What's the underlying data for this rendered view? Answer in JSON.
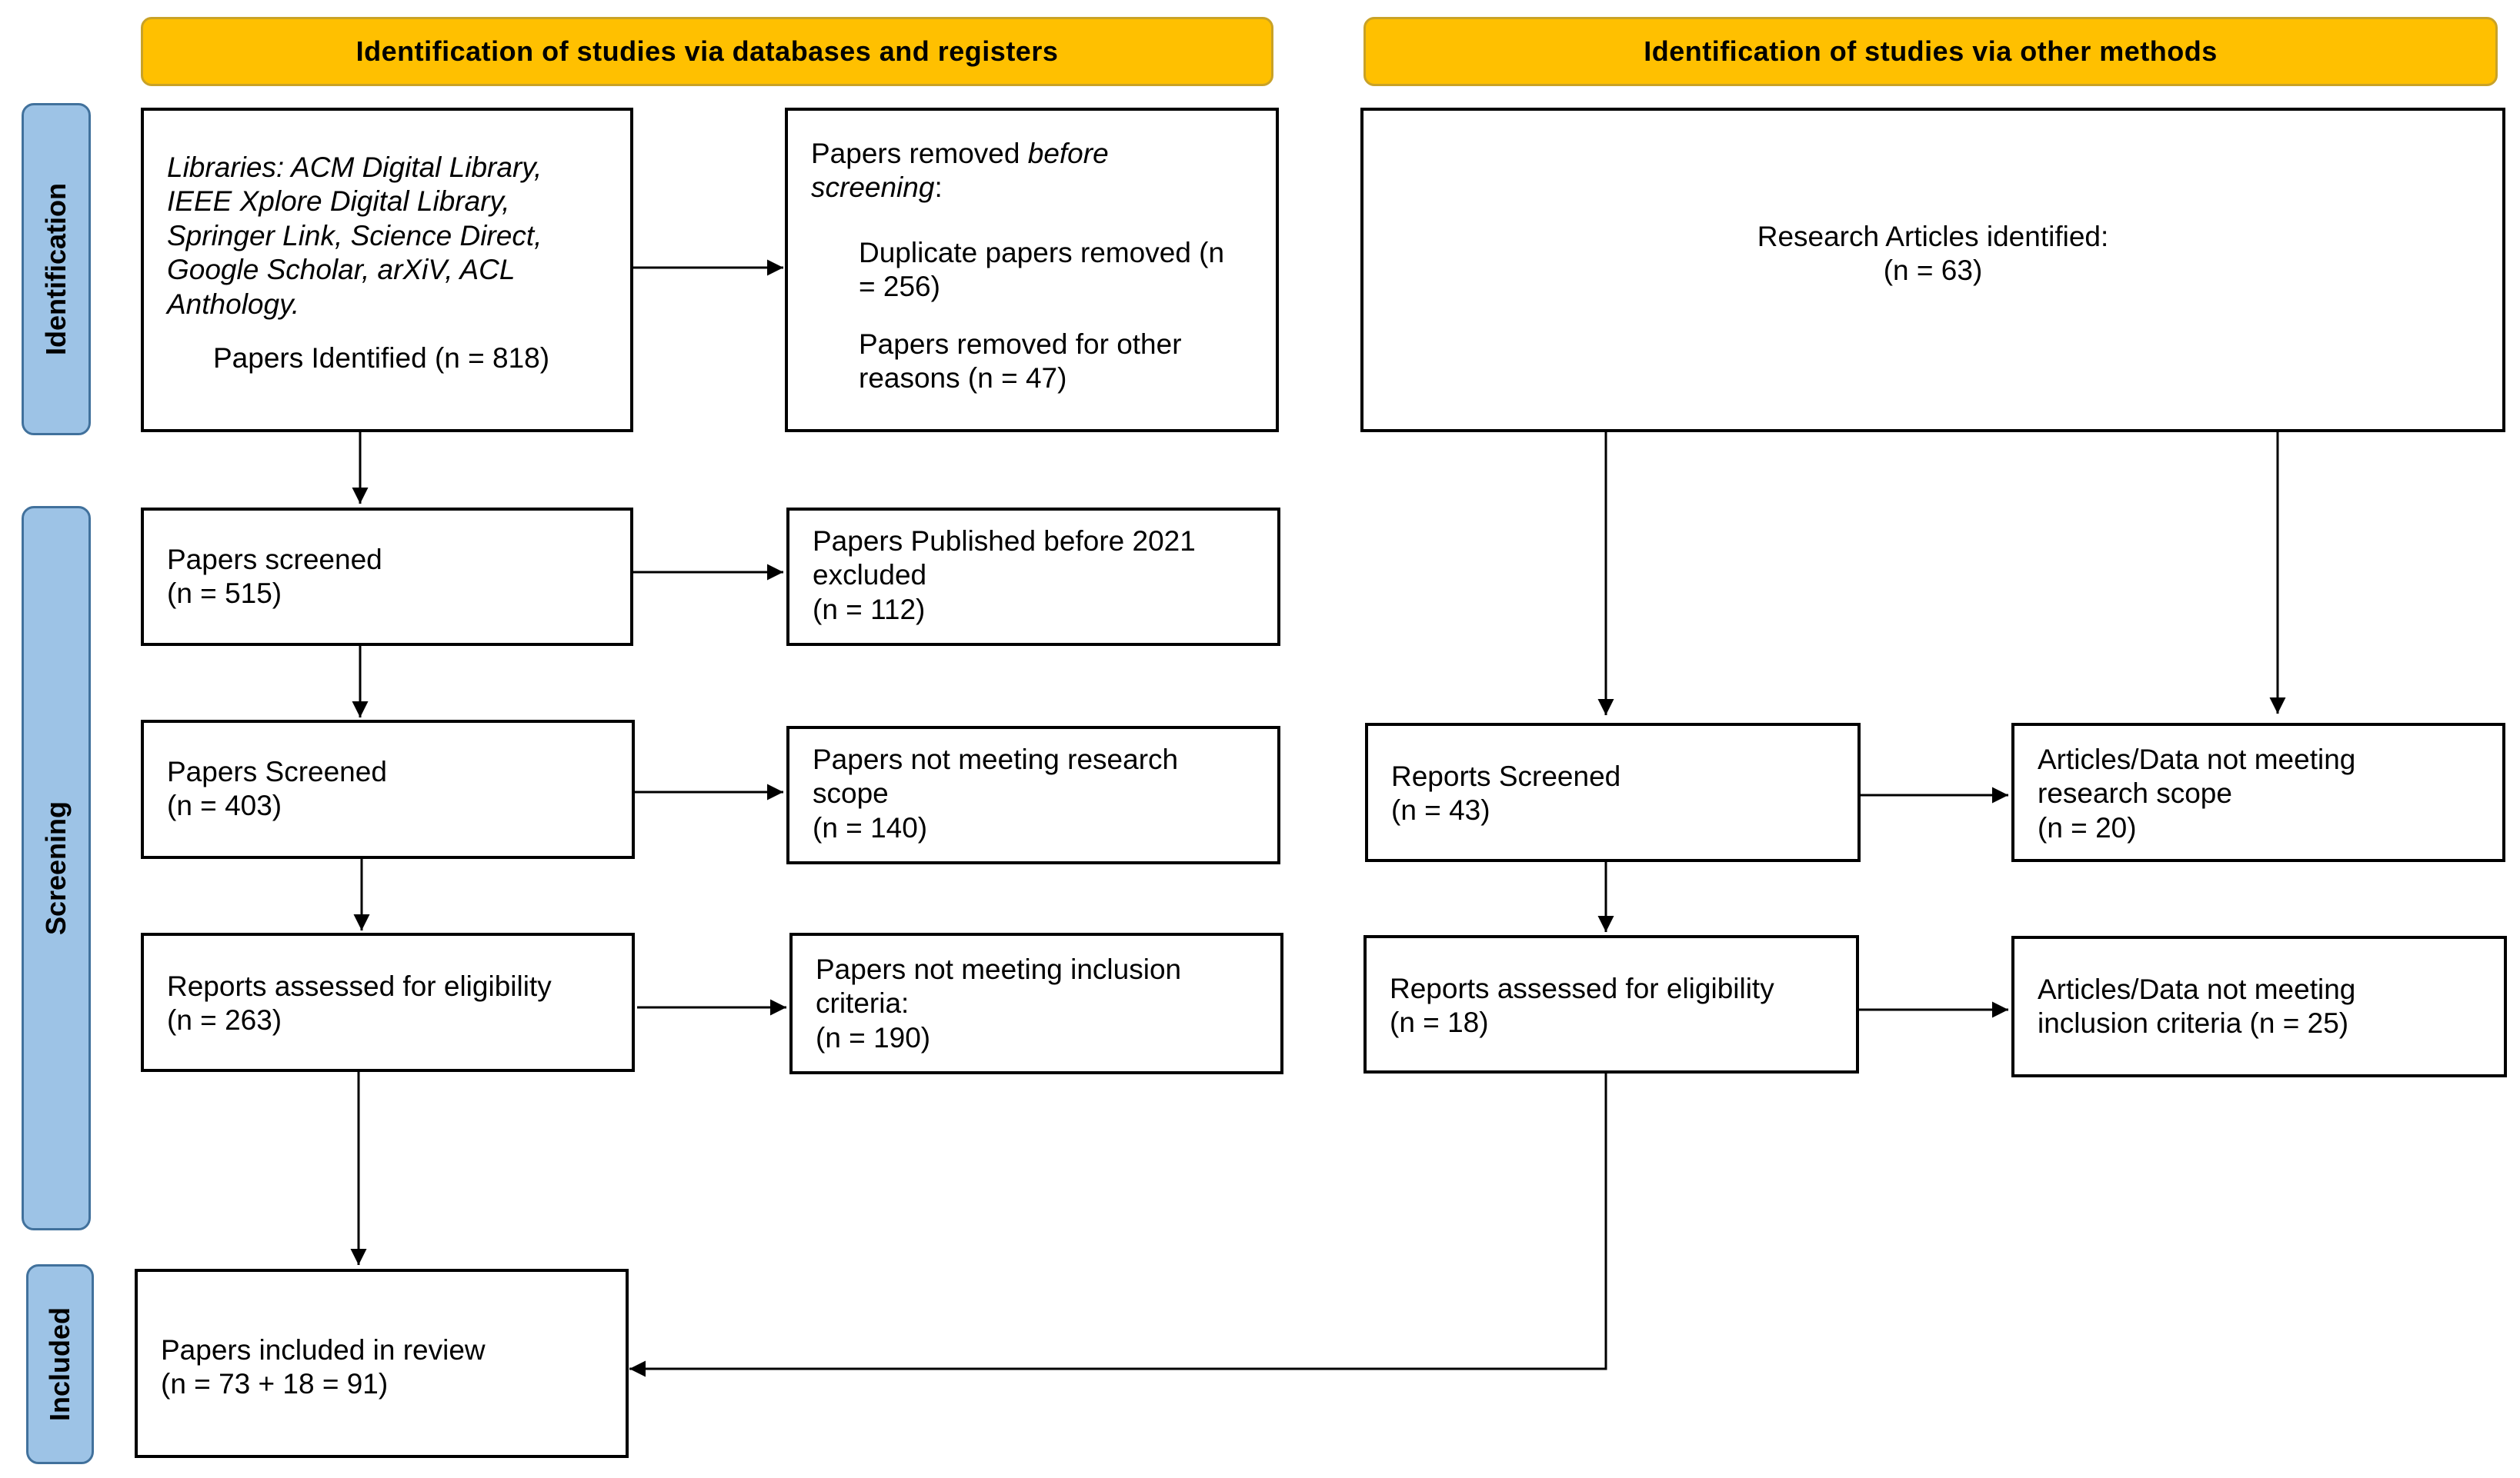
{
  "headers": {
    "left": "Identification of studies via databases and registers",
    "right": "Identification of studies via other methods"
  },
  "stages": {
    "identification": "Identification",
    "screening": "Screening",
    "included": "Included"
  },
  "left": {
    "sources": {
      "libraries_lines": [
        "Libraries: ACM Digital Library,",
        "IEEE Xplore Digital Library,",
        "Springer Link, Science Direct,",
        "Google Scholar, arXiV, ACL",
        "Anthology."
      ],
      "identified": "Papers Identified (n = 818)"
    },
    "removed": {
      "intro_plain": "Papers removed ",
      "intro_italic": "before",
      "intro_line2_italic": "screening",
      "intro_line2_plain": ":",
      "duplicates_l1": "Duplicate papers removed (n",
      "duplicates_l2": "= 256)",
      "other_l1": "Papers removed for other",
      "other_l2": "reasons (n = 47)"
    },
    "screened1": {
      "l1": "Papers screened",
      "l2": "(n = 515)"
    },
    "excluded1": {
      "l1": "Papers Published before 2021",
      "l2": "excluded",
      "l3": "(n = 112)"
    },
    "screened2": {
      "l1": "Papers Screened",
      "l2": "(n = 403)"
    },
    "excluded2": {
      "l1": "Papers not meeting research",
      "l2": "scope",
      "l3": "(n = 140)"
    },
    "eligibility": {
      "l1": "Reports assessed for eligibility",
      "l2": "(n = 263)"
    },
    "excluded3": {
      "l1": "Papers not meeting inclusion",
      "l2": "criteria:",
      "l3": "(n = 190)"
    },
    "included": {
      "l1": "Papers included in review",
      "l2": "(n = 73 + 18 = 91)"
    }
  },
  "right": {
    "identified": {
      "l1": "Research Articles identified:",
      "l2": "(n = 63)"
    },
    "screened": {
      "l1": "Reports Screened",
      "l2": "(n = 43)"
    },
    "excluded1": {
      "l1": "Articles/Data not meeting",
      "l2": "research scope",
      "l3": "(n = 20)"
    },
    "eligibility": {
      "l1": "Reports assessed for eligibility",
      "l2": "(n = 18)"
    },
    "excluded2": {
      "l1": "Articles/Data not meeting",
      "l2": "inclusion criteria (n = 25)"
    }
  },
  "colors": {
    "header_fill": "#FFC000",
    "stage_fill": "#9DC3E6",
    "stage_border": "#41719C"
  }
}
